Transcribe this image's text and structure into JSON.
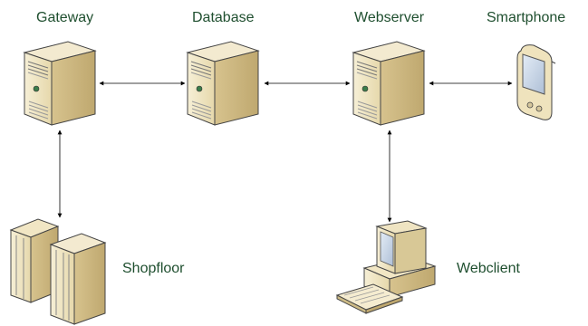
{
  "nodes": {
    "gateway": {
      "label": "Gateway",
      "icon": "server-icon"
    },
    "database": {
      "label": "Database",
      "icon": "server-icon"
    },
    "webserver": {
      "label": "Webserver",
      "icon": "server-icon"
    },
    "smartphone": {
      "label": "Smartphone",
      "icon": "smartphone-icon"
    },
    "shopfloor": {
      "label": "Shopfloor",
      "icon": "server-rack-icon"
    },
    "webclient": {
      "label": "Webclient",
      "icon": "desktop-computer-icon"
    }
  },
  "connections": [
    {
      "from": "Gateway",
      "to": "Database"
    },
    {
      "from": "Database",
      "to": "Webserver"
    },
    {
      "from": "Webserver",
      "to": "Smartphone"
    },
    {
      "from": "Gateway",
      "to": "Shopfloor"
    },
    {
      "from": "Webserver",
      "to": "Webclient"
    }
  ],
  "colors": {
    "label_text": "#1f4f2f",
    "connector": "#000000",
    "case_light": "#f5eccb",
    "case_front": "#e7dbb1",
    "case_side": "#cdbb86",
    "case_outline": "#444444",
    "screen": "#c9d6e6"
  }
}
